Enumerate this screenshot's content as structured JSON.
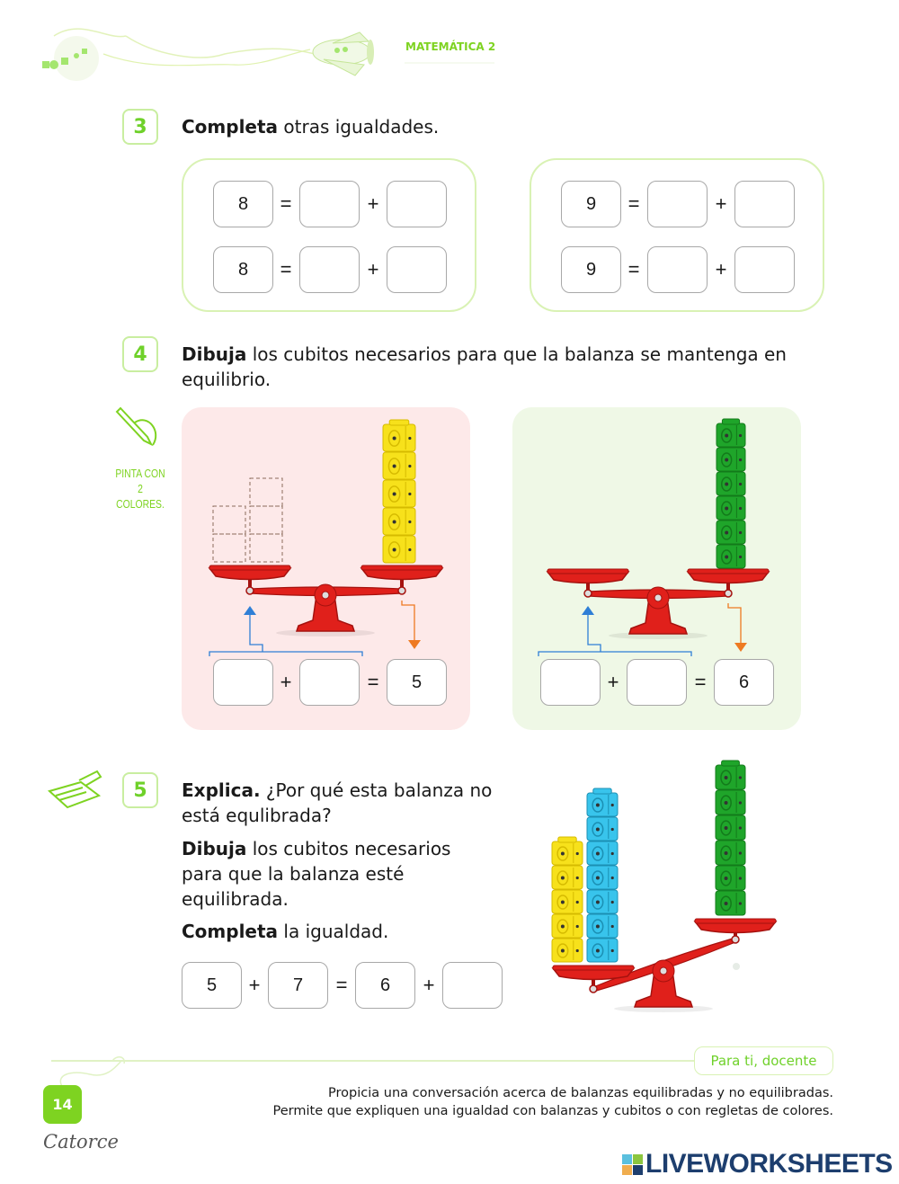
{
  "header": {
    "subject": "MATEMÁTICA 2"
  },
  "section3": {
    "number": "3",
    "bold": "Completa",
    "text": " otras igualdades.",
    "left_panel": {
      "rows": [
        {
          "given": "8",
          "eq": "=",
          "plus": "+"
        },
        {
          "given": "8",
          "eq": "=",
          "plus": "+"
        }
      ]
    },
    "right_panel": {
      "rows": [
        {
          "given": "9",
          "eq": "=",
          "plus": "+"
        },
        {
          "given": "9",
          "eq": "=",
          "plus": "+"
        }
      ]
    }
  },
  "section4": {
    "number": "4",
    "bold": "Dibuja",
    "text": " los cubitos necesarios para que la balanza se mantenga en equilibrio.",
    "hint": "PINTA CON 2 COLORES.",
    "pink": {
      "plus": "+",
      "eq": "=",
      "total": "5",
      "cube_count": 5,
      "cube_color": "#f7e11b",
      "dashed_columns": [
        2,
        3
      ]
    },
    "green": {
      "plus": "+",
      "eq": "=",
      "total": "6",
      "cube_count": 6,
      "cube_color": "#1fa52a"
    }
  },
  "section5": {
    "number": "5",
    "q_bold": "Explica.",
    "q_text": " ¿Por qué esta balanza no está equlibrada?",
    "d_bold": "Dibuja",
    "d_text": " los cubitos necesarios para que la balanza esté equilibrada.",
    "c_bold": "Completa",
    "c_text": " la igualdad.",
    "equation": {
      "a": "5",
      "op1": "+",
      "b": "7",
      "eq": "=",
      "c": "6",
      "op2": "+",
      "d": ""
    },
    "cubes": {
      "yellow": 5,
      "blue": 7,
      "green": 6
    },
    "colors": {
      "yellow": "#f7e11b",
      "blue": "#38c4ec",
      "green": "#1fa52a"
    }
  },
  "footer": {
    "teacher_label": "Para ti, docente",
    "note_line1": "Propicia una conversación acerca de balanzas equilibradas y no equilibradas.",
    "note_line2": "Permite que expliquen una igualdad con balanzas y cubitos o con regletas de colores.",
    "page_number": "14",
    "page_word": "Catorce",
    "brand": "LIVEWORKSHEETS"
  },
  "colors": {
    "accent": "#7ed321",
    "scale_red": "#e0201b",
    "brand_blue": "#1d3e6e"
  }
}
